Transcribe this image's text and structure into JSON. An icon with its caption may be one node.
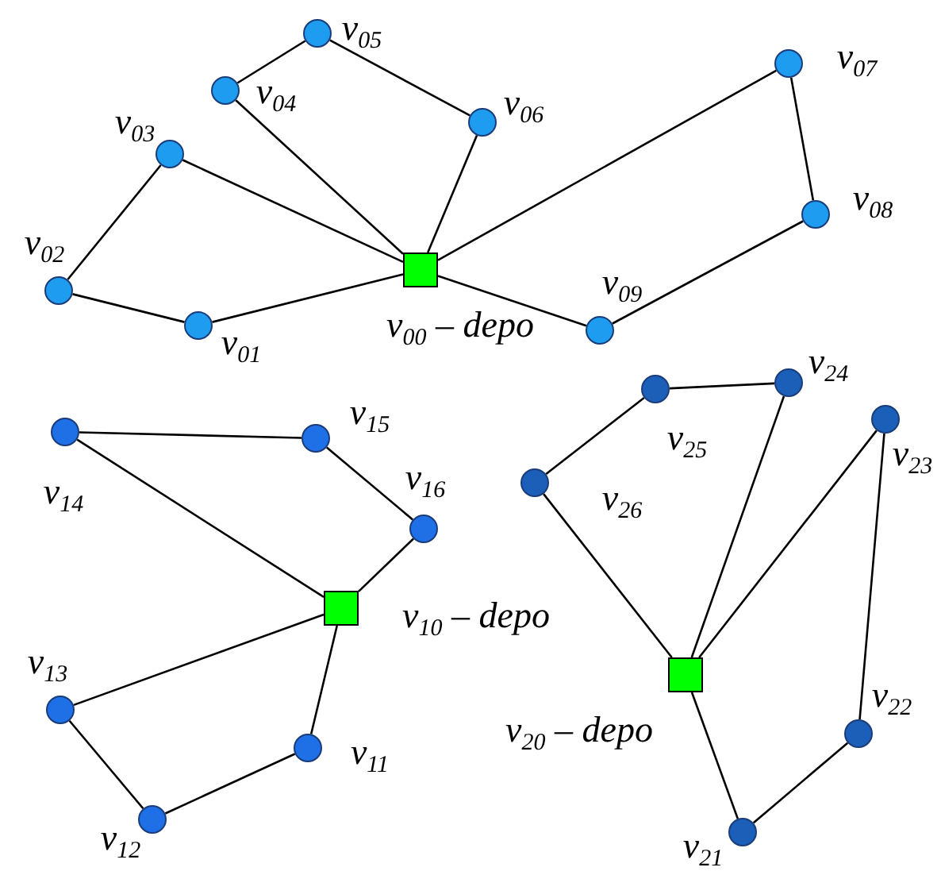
{
  "diagram": {
    "nodes": [
      {
        "text": [],
        "shape": "box",
        "beside": [
          "v$_{00}$ – depo"
        ]
      },
      {
        "text": [],
        "shape": "circle",
        "beside": [
          "v$_{01}$"
        ]
      },
      {
        "text": [],
        "shape": "circle",
        "beside": [
          "v$_{02}$"
        ]
      },
      {
        "text": [],
        "shape": "circle",
        "beside": [
          "v$_{03}$"
        ]
      },
      {
        "text": [],
        "shape": "circle",
        "beside": [
          "v$_{04}$"
        ]
      },
      {
        "text": [],
        "shape": "circle",
        "beside": [
          "v$_{05}$"
        ]
      },
      {
        "text": [],
        "shape": "circle",
        "beside": [
          "v$_{06}$"
        ]
      },
      {
        "text": [],
        "shape": "circle",
        "beside": [
          "v$_{07}$"
        ]
      },
      {
        "text": [],
        "shape": "circle",
        "beside": [
          "v$_{08}$"
        ]
      },
      {
        "text": [],
        "shape": "circle",
        "beside": [
          "v$_{09}$"
        ]
      },
      {
        "text": [],
        "shape": "box",
        "beside": [
          "v$_{10}$ – depo"
        ]
      },
      {
        "text": [],
        "shape": "circle",
        "beside": [
          "v$_{11}$"
        ]
      },
      {
        "text": [],
        "shape": "circle",
        "beside": [
          "v$_{12}$"
        ]
      },
      {
        "text": [],
        "shape": "circle",
        "beside": [
          "v$_{13}$"
        ]
      },
      {
        "text": [],
        "shape": "circle",
        "beside": [
          "v$_{14}$"
        ]
      },
      {
        "text": [],
        "shape": "circle",
        "beside": [
          "v$_{15}$"
        ]
      },
      {
        "text": [],
        "shape": "circle",
        "beside": [
          "v$_{16}$"
        ]
      },
      {
        "text": [],
        "shape": "box",
        "beside": [
          "v$_{20}$ – depo"
        ]
      },
      {
        "text": [],
        "shape": "circle",
        "beside": [
          "v$_{21}$"
        ]
      },
      {
        "text": [],
        "shape": "circle",
        "beside": [
          "v$_{22}$"
        ]
      },
      {
        "text": [],
        "shape": "circle",
        "beside": [
          "v$_{23}$"
        ]
      },
      {
        "text": [],
        "shape": "circle",
        "beside": [
          "v$_{24}$"
        ]
      },
      {
        "text": [],
        "shape": "circle",
        "beside": [
          "v$_{25}$"
        ]
      },
      {
        "text": [],
        "shape": "circle",
        "beside": [
          "v$_{26}$"
        ]
      }
    ],
    "edges": [
      {
        "from": 0,
        "to": 1,
        "arrow": "none"
      },
      {
        "from": 1,
        "to": 2,
        "arrow": "none"
      },
      {
        "from": 2,
        "to": 3,
        "arrow": "none"
      },
      {
        "from": 3,
        "to": 0,
        "arrow": "none"
      },
      {
        "from": 0,
        "to": 4,
        "arrow": "none"
      },
      {
        "from": 4,
        "to": 5,
        "arrow": "none"
      },
      {
        "from": 5,
        "to": 6,
        "arrow": "none"
      },
      {
        "from": 6,
        "to": 0,
        "arrow": "none"
      },
      {
        "from": 0,
        "to": 7,
        "arrow": "none"
      },
      {
        "from": 7,
        "to": 8,
        "arrow": "none"
      },
      {
        "from": 8,
        "to": 9,
        "arrow": "none"
      },
      {
        "from": 9,
        "to": 0,
        "arrow": "none"
      },
      {
        "from": 10,
        "to": 11,
        "arrow": "none"
      },
      {
        "from": 11,
        "to": 12,
        "arrow": "none"
      },
      {
        "from": 12,
        "to": 13,
        "arrow": "none"
      },
      {
        "from": 13,
        "to": 10,
        "arrow": "none"
      },
      {
        "from": 10,
        "to": 14,
        "arrow": "none"
      },
      {
        "from": 14,
        "to": 15,
        "arrow": "none"
      },
      {
        "from": 15,
        "to": 16,
        "arrow": "none"
      },
      {
        "from": 16,
        "to": 10,
        "arrow": "none"
      },
      {
        "from": 17,
        "to": 18,
        "arrow": "none"
      },
      {
        "from": 18,
        "to": 19,
        "arrow": "none"
      },
      {
        "from": 19,
        "to": 20,
        "arrow": "none"
      },
      {
        "from": 20,
        "to": 17,
        "arrow": "none"
      },
      {
        "from": 17,
        "to": 21,
        "arrow": "none"
      },
      {
        "from": 21,
        "to": 22,
        "arrow": "none"
      },
      {
        "from": 22,
        "to": 23,
        "arrow": "none"
      },
      {
        "from": 23,
        "to": 17,
        "arrow": "none"
      }
    ]
  }
}
